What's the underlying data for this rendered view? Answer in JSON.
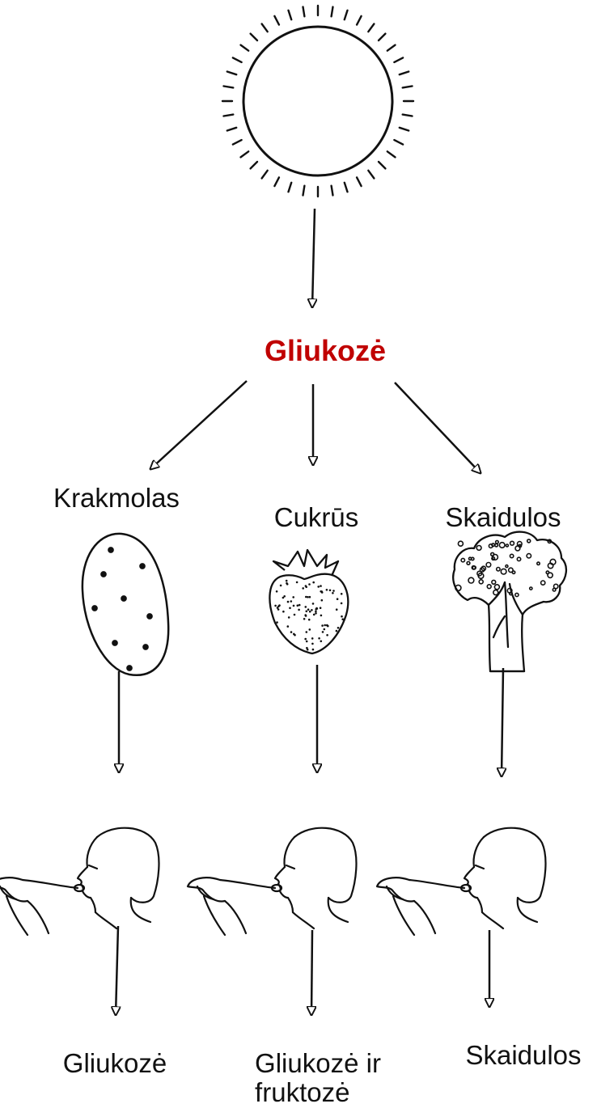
{
  "title": "Gliukozė",
  "title_color": "#c00000",
  "categories": [
    {
      "label": "Krakmolas",
      "food_icon": "potato-icon",
      "result": "Gliukozė"
    },
    {
      "label": "Cukrūs",
      "food_icon": "strawberry-icon",
      "result_line1": "Gliukozė ir",
      "result_line2": "fruktozė"
    },
    {
      "label": "Skaidulos",
      "food_icon": "broccoli-icon",
      "result": "Skaidulos"
    }
  ],
  "icons": [
    "sun-icon",
    "potato-icon",
    "strawberry-icon",
    "broccoli-icon",
    "person-eating-icon"
  ]
}
